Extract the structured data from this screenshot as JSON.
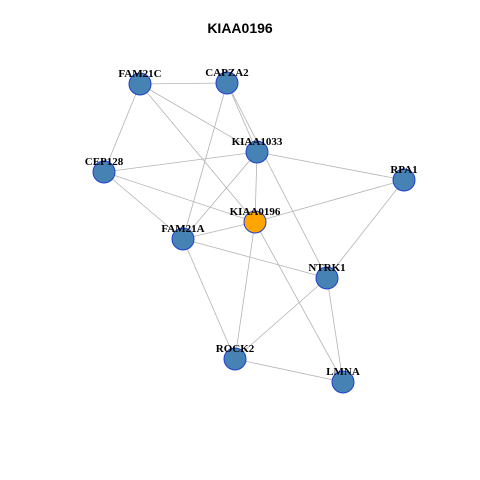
{
  "title": "KIAA0196",
  "colors": {
    "node_default": "#4682B4",
    "node_border": "#1F3FD0",
    "node_focus": "#FFA500",
    "edge": "#B3B3B3",
    "background": "#FFFFFF"
  },
  "nodes": [
    {
      "id": "FAM21C",
      "label": "FAM21C",
      "focus": false
    },
    {
      "id": "CAPZA2",
      "label": "CAPZA2",
      "focus": false
    },
    {
      "id": "KIAA1033",
      "label": "KIAA1033",
      "focus": false
    },
    {
      "id": "CEP128",
      "label": "CEP128",
      "focus": false
    },
    {
      "id": "RPA1",
      "label": "RPA1",
      "focus": false
    },
    {
      "id": "KIAA0196",
      "label": "KIAA0196",
      "focus": true
    },
    {
      "id": "FAM21A",
      "label": "FAM21A",
      "focus": false
    },
    {
      "id": "NTRK1",
      "label": "NTRK1",
      "focus": false
    },
    {
      "id": "ROCK2",
      "label": "ROCK2",
      "focus": false
    },
    {
      "id": "LMNA",
      "label": "LMNA",
      "focus": false
    }
  ],
  "edges": [
    [
      "FAM21C",
      "CAPZA2"
    ],
    [
      "FAM21C",
      "KIAA1033"
    ],
    [
      "FAM21C",
      "CEP128"
    ],
    [
      "FAM21C",
      "KIAA0196"
    ],
    [
      "CAPZA2",
      "KIAA1033"
    ],
    [
      "CAPZA2",
      "FAM21A"
    ],
    [
      "CAPZA2",
      "NTRK1"
    ],
    [
      "KIAA1033",
      "CEP128"
    ],
    [
      "KIAA1033",
      "RPA1"
    ],
    [
      "KIAA1033",
      "KIAA0196"
    ],
    [
      "KIAA1033",
      "FAM21A"
    ],
    [
      "CEP128",
      "KIAA0196"
    ],
    [
      "CEP128",
      "FAM21A"
    ],
    [
      "RPA1",
      "KIAA0196"
    ],
    [
      "RPA1",
      "NTRK1"
    ],
    [
      "KIAA0196",
      "FAM21A"
    ],
    [
      "KIAA0196",
      "ROCK2"
    ],
    [
      "KIAA0196",
      "LMNA"
    ],
    [
      "FAM21A",
      "NTRK1"
    ],
    [
      "FAM21A",
      "ROCK2"
    ],
    [
      "NTRK1",
      "ROCK2"
    ],
    [
      "NTRK1",
      "LMNA"
    ],
    [
      "ROCK2",
      "LMNA"
    ]
  ]
}
